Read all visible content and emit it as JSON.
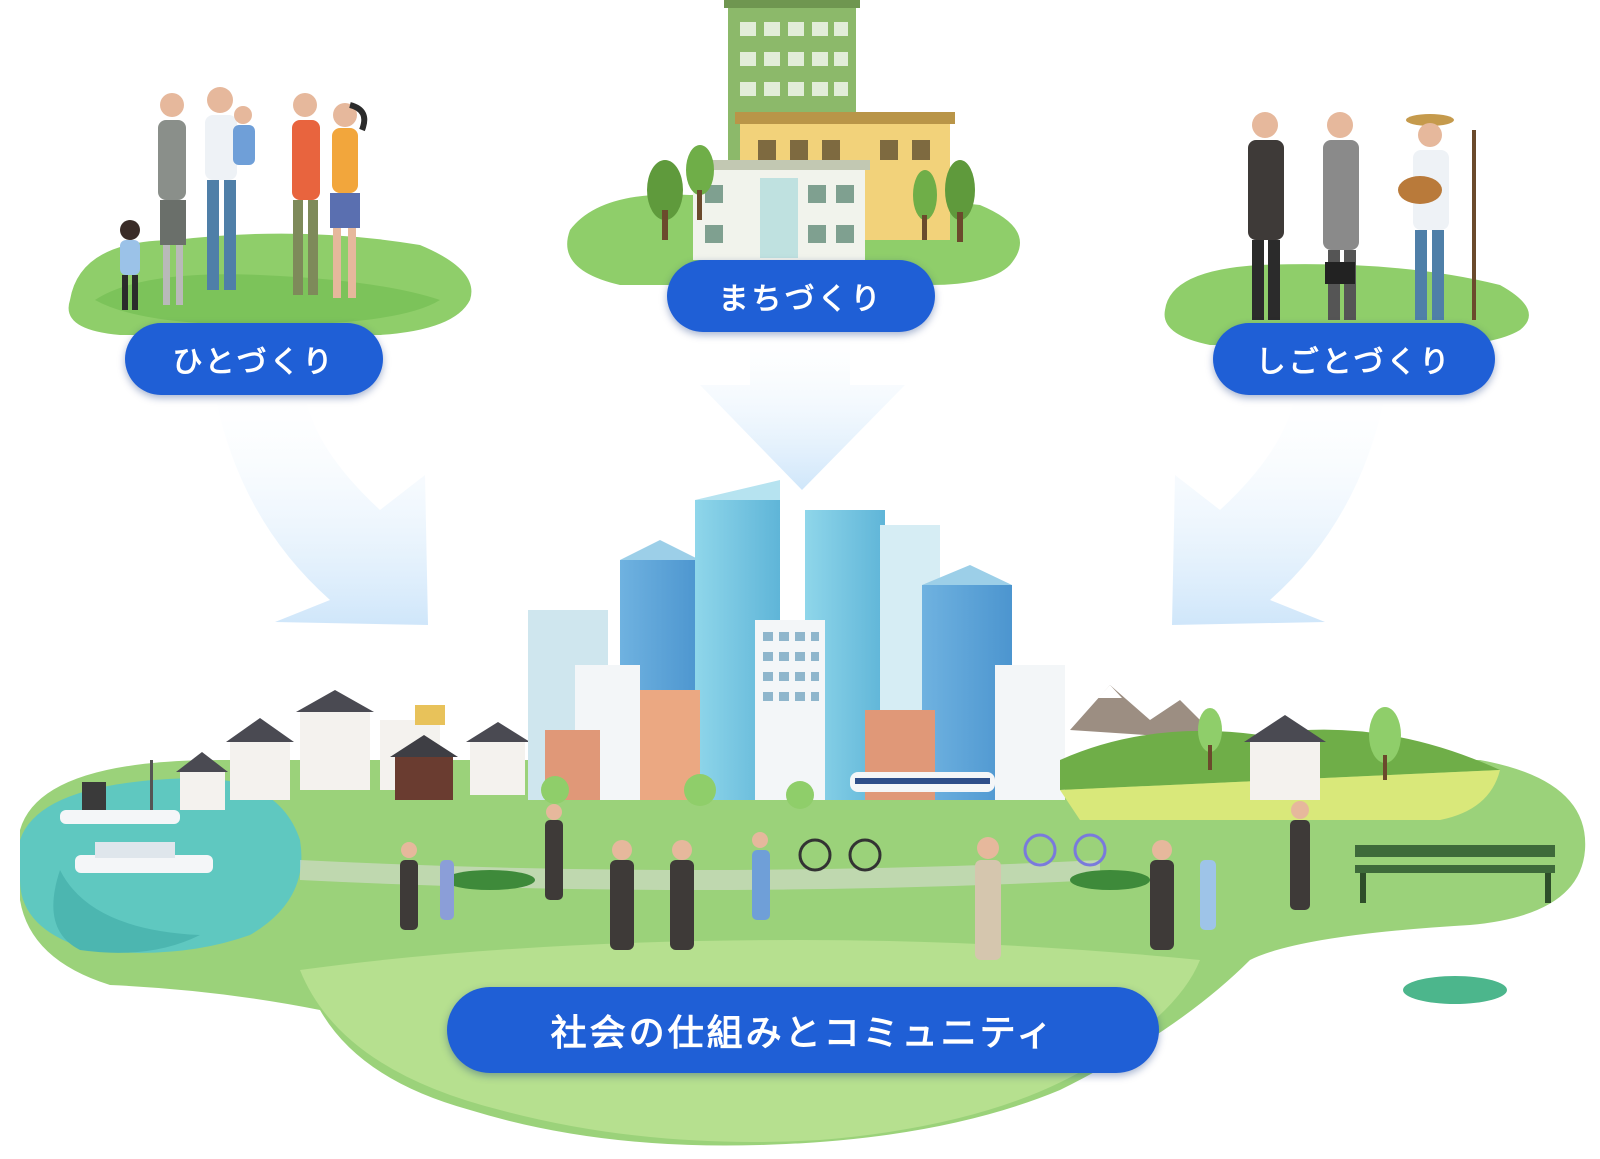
{
  "labels": {
    "hitozukuri": "ひとづくり",
    "machizukuri": "まちづくり",
    "shigotozukuri": "しごとづくり",
    "community": "社会の仕組みとコミュニティ"
  },
  "colors": {
    "pill": "#1f5fd6",
    "arrow": "#cfe6fa",
    "grass": "#8fce6a",
    "grass_dark": "#6cb852",
    "water": "#5fc8c0",
    "building_blue": "#7cc9e4"
  },
  "icons": [
    "family-illustration",
    "building-illustration",
    "business-illustration",
    "city-illustration"
  ]
}
